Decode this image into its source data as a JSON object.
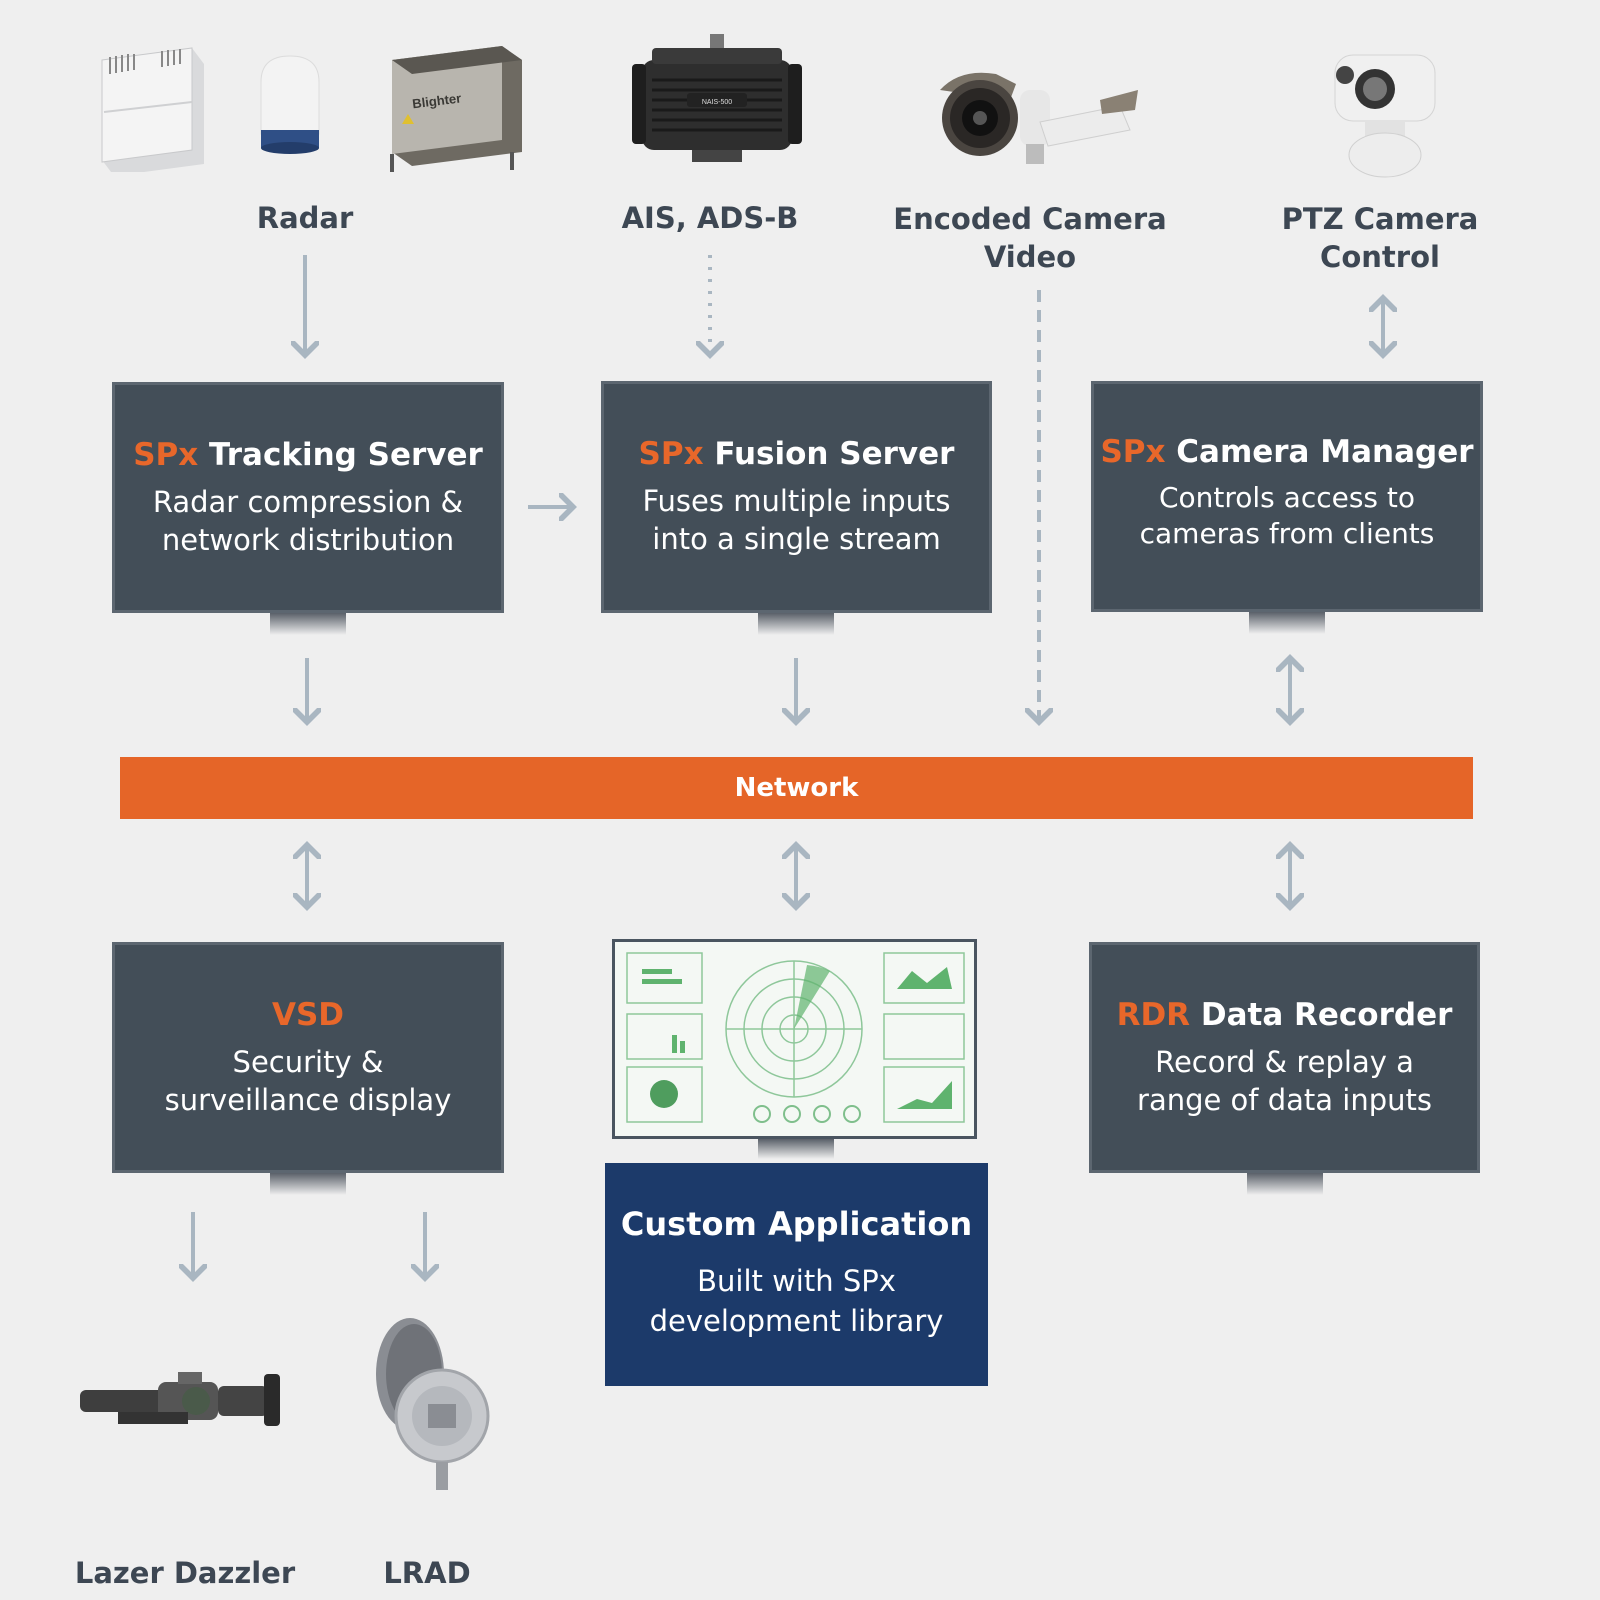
{
  "inputs": {
    "radar": "Radar",
    "ais": "AIS, ADS-B",
    "encoded_camera": [
      "Encoded Camera",
      "Video"
    ],
    "ptz_camera": [
      "PTZ Camera",
      "Control"
    ]
  },
  "servers": {
    "tracking": {
      "accent": "SPx",
      "title": " Tracking Server",
      "desc": [
        "Radar compression &",
        "network distribution"
      ]
    },
    "fusion": {
      "accent": "SPx",
      "title": " Fusion Server",
      "desc": [
        "Fuses multiple inputs",
        "into a single stream"
      ]
    },
    "camera_manager": {
      "accent": "SPx",
      "title": " Camera Manager",
      "desc": [
        "Controls access to",
        "cameras from clients"
      ]
    }
  },
  "network": "Network",
  "clients": {
    "vsd": {
      "accent": "VSD",
      "title": "",
      "desc": [
        "Security &",
        "surveillance display"
      ]
    },
    "rdr": {
      "accent": "RDR",
      "title": " Data Recorder",
      "desc": [
        "Record & replay a",
        "range of data inputs"
      ]
    },
    "custom": {
      "title": "Custom Application",
      "desc": [
        "Built with SPx",
        "development library"
      ]
    }
  },
  "outputs": {
    "lazer": "Lazer Dazzler",
    "lrad": "LRAD"
  },
  "device_labels": {
    "blighter": "Blighter",
    "nais": "NAIS-500"
  },
  "colors": {
    "accent": "#e8672a",
    "box": "#434e58",
    "network": "#e56528",
    "custom": "#1c3a6a",
    "arrow": "#a9b6c1"
  }
}
